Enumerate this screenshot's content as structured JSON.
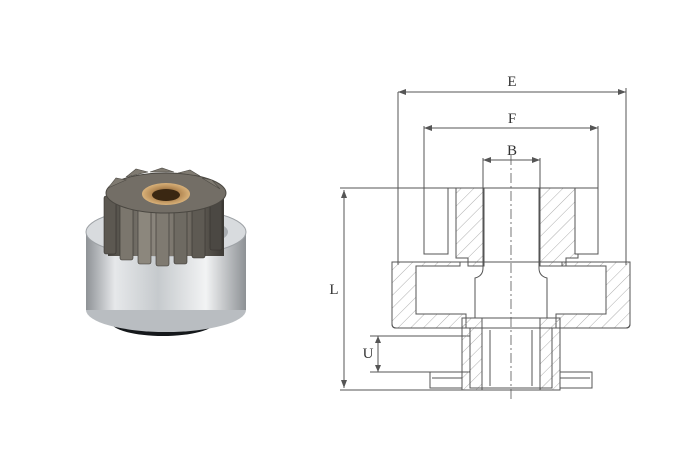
{
  "photo": {
    "subject_icon": "starter-drive-pinion-gear-icon",
    "colors": {
      "gear": "#6e6a63",
      "bushing": "#b58a55",
      "collar": "#c9cdd0",
      "base": "#1a1d20"
    }
  },
  "drawing": {
    "dimensions": {
      "E": "E",
      "F": "F",
      "B": "B",
      "L": "L",
      "U": "U"
    },
    "colors": {
      "line": "#555555",
      "hatch": "#8a8a8a"
    }
  }
}
